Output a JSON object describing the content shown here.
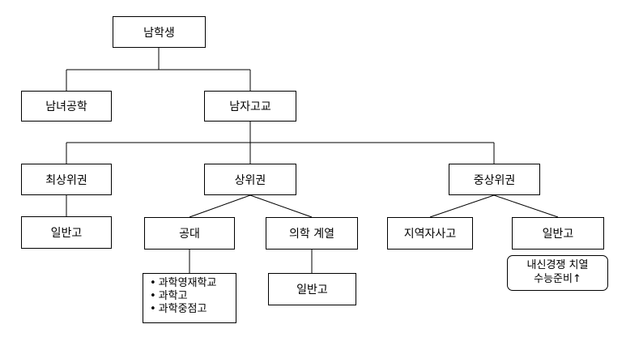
{
  "nodes": {
    "root": "남학생",
    "coed": "남녀공학",
    "boys_school": "남자고교",
    "top_tier": "최상위권",
    "upper_tier": "상위권",
    "mid_upper_tier": "중상위권",
    "top_general": "일반고",
    "engineering": "공대",
    "medical": "의학 계열",
    "regional_private": "지역자사고",
    "mid_general": "일반고",
    "medical_general": "일반고"
  },
  "engineering_schools": [
    "과학영재학교",
    "과학고",
    "과학중점고"
  ],
  "note": {
    "line1": "내신경쟁 치열",
    "line2": "수능준비↑"
  }
}
